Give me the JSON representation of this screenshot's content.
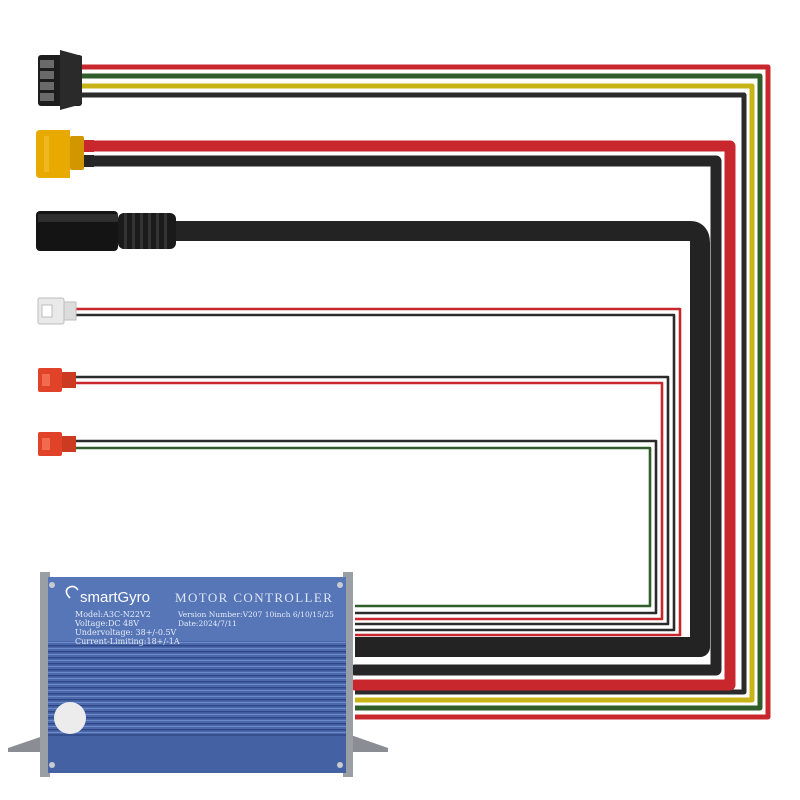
{
  "brand": "smartGyro",
  "title": "MOTOR CONTROLLER",
  "specs": [
    "Model:A3C-N22V2",
    "Voltage:DC 48V",
    "Undervoltage: 38+/-0.5V",
    "Current-Limiting:18+/-1A"
  ],
  "version": "Version Number:V207 10inch 6/10/15/25",
  "date": "Date:2024/7/11",
  "colors": {
    "wire_red": "#c8272d",
    "wire_green": "#2f5e2a",
    "wire_yellow": "#c9b418",
    "wire_black": "#2b2b2b",
    "cable_black": "#262626",
    "xt60_yellow": "#e8a900",
    "jst_red": "#e0432a",
    "jst_white": "#e9e9e9",
    "housing_blue": "#4c6bb0",
    "housing_dark": "#37528f"
  },
  "connectors": [
    {
      "id": "sm-4pin",
      "icon": "jst-sm-4pin-connector"
    },
    {
      "id": "xt60",
      "icon": "xt60-connector"
    },
    {
      "id": "display",
      "icon": "round-display-connector"
    },
    {
      "id": "brake-white",
      "icon": "jst-2pin-white-connector"
    },
    {
      "id": "brake-red-1",
      "icon": "jst-2pin-red-connector"
    },
    {
      "id": "brake-red-2",
      "icon": "jst-2pin-red-connector"
    }
  ]
}
